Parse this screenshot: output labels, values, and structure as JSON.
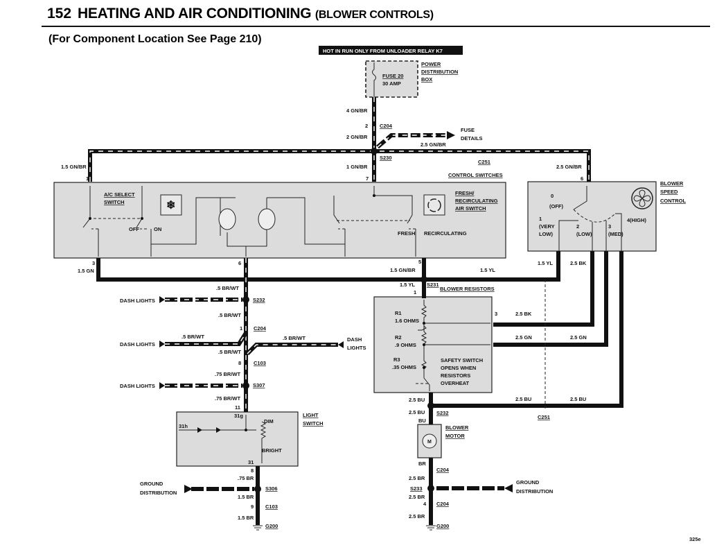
{
  "header": {
    "number": "152",
    "title": "HEATING AND AIR CONDITIONING",
    "subtitle": "(BLOWER CONTROLS)",
    "note": "(For Component Location See Page 210)"
  },
  "footer": {
    "code": "325e"
  },
  "power": {
    "banner": "HOT IN RUN ONLY FROM UNLOADER RELAY K7",
    "fuse": "FUSE 20",
    "rating": "30 AMP",
    "box": [
      "POWER",
      "DISTRIBUTION",
      "BOX"
    ]
  },
  "feed": {
    "w4gnbr": "4 GN/BR",
    "pin2": "2",
    "c204": "C204",
    "w2gnbr": "2 GN/BR",
    "s230": "S230",
    "w1gnbr": "1 GN/BR",
    "pin7": "7",
    "fuse_details": [
      "FUSE",
      "DETAILS"
    ],
    "w25gnbr": "2.5 GN/BR",
    "c251": "C251",
    "left_wire": "1.5 GN/BR",
    "pin1": "1",
    "right_wire": "2.5 GN/BR",
    "pin6": "6"
  },
  "control": {
    "title": "CONTROL SWITCHES",
    "ac": [
      "A/C SELECT",
      "SWITCH"
    ],
    "off": "OFF",
    "on": "ON",
    "fr": [
      "FRESH/",
      "RECIRCULATING",
      "AIR SWITCH"
    ],
    "fresh": "FRESH",
    "recirc": "RECIRCULATING",
    "pin3": "3",
    "w15gn": "1.5 GN",
    "pin6": "6",
    "pin5": "5",
    "w15gnbr": "1.5 GN/BR",
    "w15yl": "1.5 YL"
  },
  "speed": {
    "label": [
      "BLOWER",
      "SPEED",
      "CONTROL"
    ],
    "pos0": [
      "0",
      "(OFF)"
    ],
    "pos1": [
      "1",
      "(VERY",
      "LOW)"
    ],
    "pos2": [
      "2",
      "(LOW)"
    ],
    "pos3": [
      "3",
      "(MED)"
    ],
    "pos4": "4(HIGH)",
    "w15yl": "1.5 YL",
    "w25bk": "2.5 BK"
  },
  "resist": {
    "label": "BLOWER RESISTORS",
    "s231": "S231",
    "w15yl": "1.5 YL",
    "pin1": "1",
    "r1": [
      "R1",
      "1.6 OHMS"
    ],
    "r2": [
      "R2",
      ".9 OHMS"
    ],
    "r3": [
      "R3",
      ".35 OHMS"
    ],
    "safety": [
      "SAFETY SWITCH",
      "OPENS WHEN",
      "RESISTORS",
      "OVERHEAT"
    ],
    "pin3": "3",
    "bk": "2.5 BK",
    "gn1": "2.5 GN",
    "gn2": "2.5 GN",
    "bu1": "2.5 BU",
    "bu2": "2.5 BU",
    "c251": "C251"
  },
  "motor": {
    "bu_a": "2.5 BU",
    "s232": "S232",
    "bu_b": "2.5 BU",
    "bu": "BU",
    "label": [
      "BLOWER",
      "MOTOR"
    ],
    "m": "M",
    "br": "BR",
    "c204a": "C204",
    "br_a": "2.5 BR",
    "s233": "S233",
    "ground": [
      "GROUND",
      "DISTRIBUTION"
    ],
    "br_b": "2.5 BR",
    "pin4": "4",
    "c204b": "C204",
    "br_c": "2.5 BR",
    "g200": "G200"
  },
  "dash": {
    "w1": ".5 BR/WT",
    "s232": "S232",
    "lights1": "DASH LIGHTS",
    "w2": ".5 BR/WT",
    "pin1": "1",
    "c204": "C204",
    "lights2": "DASH LIGHTS",
    "w3": ".5 BR/WT",
    "w4": ".5 BR/WT",
    "lights3": [
      "DASH",
      "LIGHTS"
    ],
    "w5": ".5 BR/WT",
    "pin8": "8",
    "c103": "C103",
    "w6": ".75 BR/WT",
    "s307": "S307",
    "lights4": "DASH LIGHTS",
    "w7": ".75 BR/WT",
    "pin11": "11"
  },
  "light": {
    "label": [
      "LIGHT",
      "SWITCH"
    ],
    "t31h": "31h",
    "t31g": "31g",
    "dim": "DIM",
    "bright": "BRIGHT",
    "t31": "31",
    "pin8": "8",
    "br75": ".75 BR",
    "s306": "S306",
    "ground": [
      "GROUND",
      "DISTRIBUTION"
    ],
    "br15a": "1.5 BR",
    "pin9": "9",
    "c103": "C103",
    "br15b": "1.5 BR",
    "g200": "G200"
  }
}
